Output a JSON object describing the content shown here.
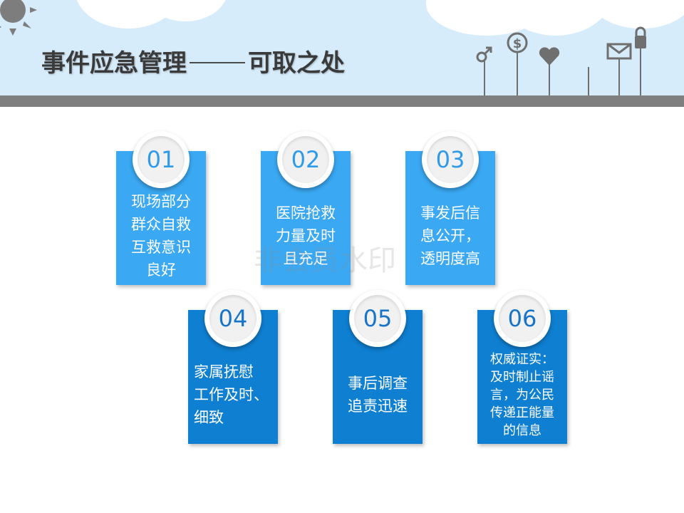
{
  "title": {
    "main": "事件应急管理",
    "sub": "可取之处"
  },
  "icons": [
    "sun-icon",
    "male-icon",
    "dollar-icon",
    "heart-icon",
    "envelope-icon",
    "lock-icon"
  ],
  "colors": {
    "header_bg": "#d7ecfb",
    "header_bar": "#7f7f7f",
    "card_light": "#3aa8f2",
    "card_dark": "#0f7fd1",
    "number_light": "#2e9be8",
    "number_dark": "#1874c8"
  },
  "cards": [
    {
      "number": "01",
      "lines": [
        "现场部分",
        "群众自救",
        "互救意识",
        "良好"
      ]
    },
    {
      "number": "02",
      "lines": [
        "医院抢救",
        "力量及时",
        "且充足"
      ]
    },
    {
      "number": "03",
      "lines": [
        "事发后信",
        "息公开，",
        "透明度高"
      ]
    },
    {
      "number": "04",
      "lines": [
        "家属抚慰",
        "工作及时、",
        "细致"
      ]
    },
    {
      "number": "05",
      "lines": [
        "事后调查",
        "追责迅速"
      ]
    },
    {
      "number": "06",
      "lines": [
        "权威证实：",
        "及时制止谣",
        "言，为公民",
        "传递正能量",
        "的信息"
      ]
    }
  ],
  "watermark": "非会员水印"
}
